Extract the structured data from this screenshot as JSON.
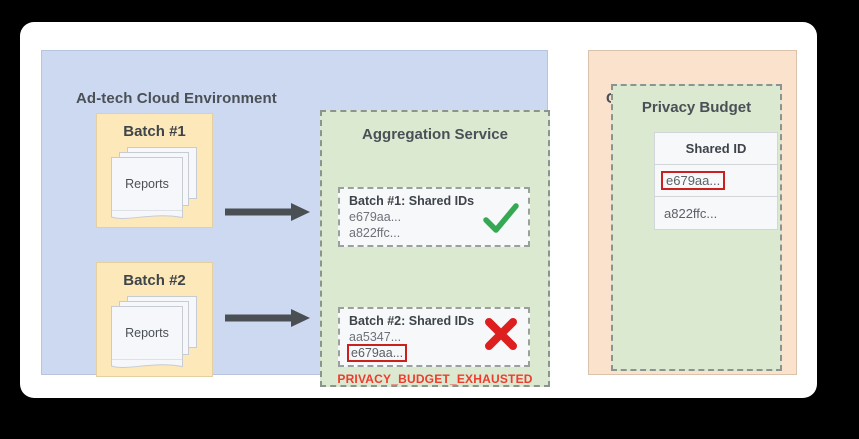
{
  "diagram": {
    "adtech": {
      "title": "Ad-tech Cloud Environment",
      "batches": [
        {
          "title": "Batch #1",
          "docs_label": "Reports"
        },
        {
          "title": "Batch #2",
          "docs_label": "Reports"
        }
      ],
      "arrow_icon": "arrow-right-icon"
    },
    "aggregation": {
      "title": "Aggregation Service",
      "batch_results": [
        {
          "title": "Batch #1: Shared IDs",
          "ids": [
            "e679aa...",
            "a822ffc..."
          ],
          "status_icon": "check-mark-icon",
          "status": "success"
        },
        {
          "title": "Batch #2: Shared IDs",
          "ids": [
            "aa5347...",
            "e679aa..."
          ],
          "flagged_id": "e679aa...",
          "status_icon": "cross-mark-icon",
          "status": "error"
        }
      ],
      "error_message": "PRIVACY_BUDGET_EXHAUSTED"
    },
    "coordinators": {
      "title": "Coordinators",
      "privacy_budget": {
        "title": "Privacy Budget",
        "table": {
          "header": "Shared ID",
          "rows": [
            "e679aa...",
            "a822ffc..."
          ],
          "highlighted_row_index": 0
        }
      }
    }
  },
  "colors": {
    "adtech_panel": "#ccd9f0",
    "batch_card": "#fce8b8",
    "aggregation_panel": "#dbe9d1",
    "coordinators_panel": "#fae2cd",
    "success_green": "#34a853",
    "error_red": "#ef3b2d",
    "highlight_border": "#cc2020",
    "arrow_gray": "#4a4f54",
    "text_dark": "#4b5057"
  }
}
